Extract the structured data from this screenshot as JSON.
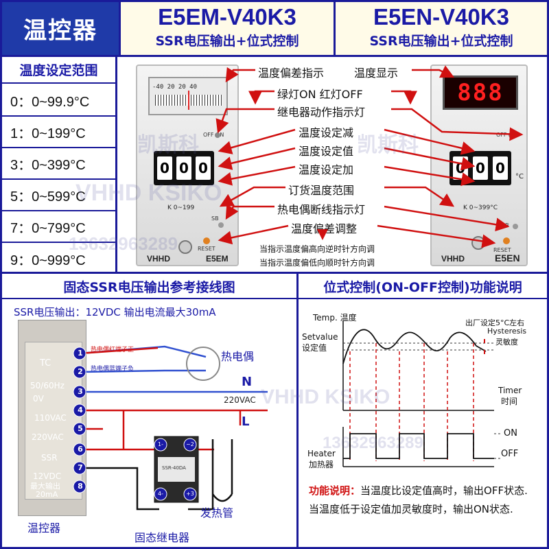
{
  "header": {
    "title": "温控器",
    "model_left": "E5EM-V40K3",
    "sub_left": "SSR电压输出+位式控制",
    "model_right": "E5EN-V40K3",
    "sub_right": "SSR电压输出+位式控制"
  },
  "range": {
    "title": "温度设定范围",
    "rows": [
      "0：0~99.9°C",
      "1：0~199°C",
      "3：0~399°C",
      "5：0~599°C",
      "7：0~799°C",
      "9：0~999°C"
    ]
  },
  "left_device": {
    "scale": "-40 20   20 40",
    "off_on": "OFF  ON",
    "digits": [
      "0",
      "0",
      "0"
    ],
    "range": "K   0~199",
    "sb": "SB",
    "reset": "RESET",
    "brand": "VHHD",
    "model": "E5EM"
  },
  "right_device": {
    "display": "888",
    "off_on": "OFF  ON",
    "digits": [
      "0",
      "0",
      "0"
    ],
    "unit": "°C",
    "range": "K   0~399°C",
    "sb": "SB",
    "reset": "RESET",
    "brand": "VHHD",
    "model": "E5EN"
  },
  "annotations": {
    "a1": "温度偏差指示",
    "a2": "温度显示",
    "a3": "绿灯ON  红灯OFF",
    "a4": "继电器动作指示灯",
    "a5": "温度设定减",
    "a6": "温度设定值",
    "a7": "温度设定加",
    "a8": "订货温度范围",
    "a9": "热电偶断线指示灯",
    "a10": "温度偏差调整",
    "n1": "当指示温度偏高向逆时针方向调",
    "n2": "当指示温度偏低向顺时针方向调"
  },
  "wiring": {
    "title": "固态SSR电压输出参考接线图",
    "subtitle": "SSR电压输出：12VDC 输出电流最大30mA",
    "terminals": [
      "1",
      "2",
      "3",
      "4",
      "5",
      "6",
      "7",
      "8"
    ],
    "labels": [
      "TC",
      "50/60Hz",
      "0V",
      "110VAC",
      "220VAC",
      "SSR",
      "12VDC",
      "最大输出",
      "20mA"
    ],
    "tc_pos": "热电偶红端子正",
    "tc_neg": "热电偶蓝端子负",
    "thermocouple": "热电偶",
    "n": "N",
    "l": "L",
    "voltage": "220VAC",
    "ssr_terms": [
      "1-",
      "~2",
      "4-",
      "+3"
    ],
    "ssr_label": "SSR-40DA",
    "heater": "发热管",
    "controller": "温控器",
    "relay": "固态继电器"
  },
  "function": {
    "title": "位式控制(ON-OFF控制)功能说明",
    "temp": "Temp. 温度",
    "setvalue": "Setvalue",
    "setvalue_cn": "设定值",
    "factory": "出厂设定5°C左右",
    "hysteresis": "Hysteresis",
    "hysteresis_cn": "灵敏度",
    "timer": "Timer",
    "timer_cn": "时间",
    "on": "ON",
    "off": "OFF",
    "heater": "Heater",
    "heater_cn": "加热器",
    "desc_key": "功能说明：",
    "desc": "当温度比设定值高时，输出OFF状态.当温度低于设定值加灵敏度时，输出ON状态."
  },
  "watermarks": [
    "凯斯科",
    "VHHD  KSIKO",
    "13632963289"
  ],
  "colors": {
    "blue": "#1a1aa6",
    "red": "#d01010",
    "header_bg": "#1f3aa8"
  }
}
